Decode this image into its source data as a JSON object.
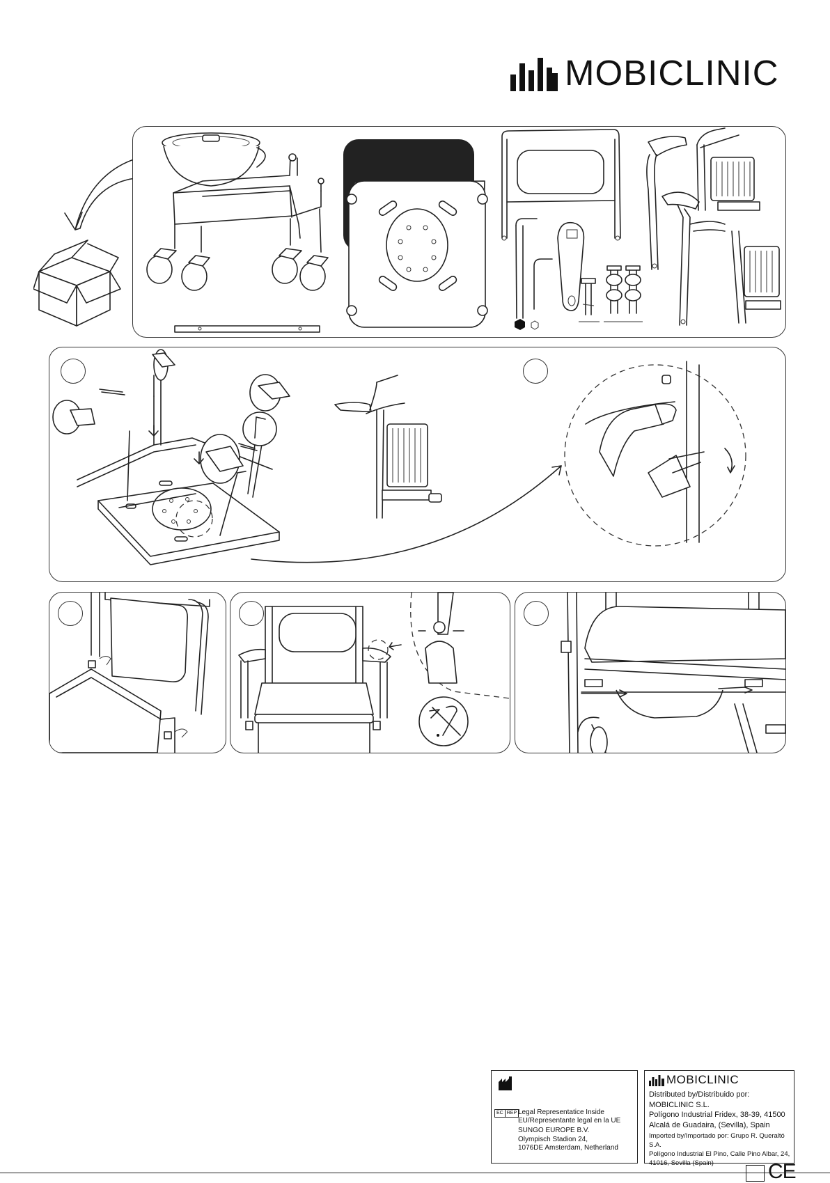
{
  "brand": {
    "name": "MOBICLINIC",
    "footer_logo_name": "MOBICLINIC"
  },
  "manufacturer_box": {
    "ec_rep_badge": [
      "EC",
      "REP"
    ],
    "legal_rep_title": "Legal Representatice Inside EU/Representante legal en la UE",
    "lines": [
      "SUNGO EUROPE B.V.",
      "Olympisch Stadion 24,",
      "1076DE Amsterdam, Netherland"
    ]
  },
  "distributor_box": {
    "lines": [
      "Distributed by/Distribuido por:",
      "MOBICLINIC S.L.",
      "Polígono Industrial Fridex, 38-39, 41500",
      "Alcalá de Guadaira, (Sevilla), Spain"
    ],
    "import_lines": [
      "Imported by/Importado por: Grupo R. Queraltó S.A.",
      "Polígono Industrial El Pino, Calle Pino Albar, 24,",
      "41016, Sevilla (Spain)"
    ]
  },
  "ce_mark": "CE",
  "icons": [
    "logo-bars-icon",
    "box-icon",
    "manufacturer-icon",
    "hex-key-icon",
    "wrench-icon",
    "bolt-icon",
    "ce-mark-icon"
  ]
}
